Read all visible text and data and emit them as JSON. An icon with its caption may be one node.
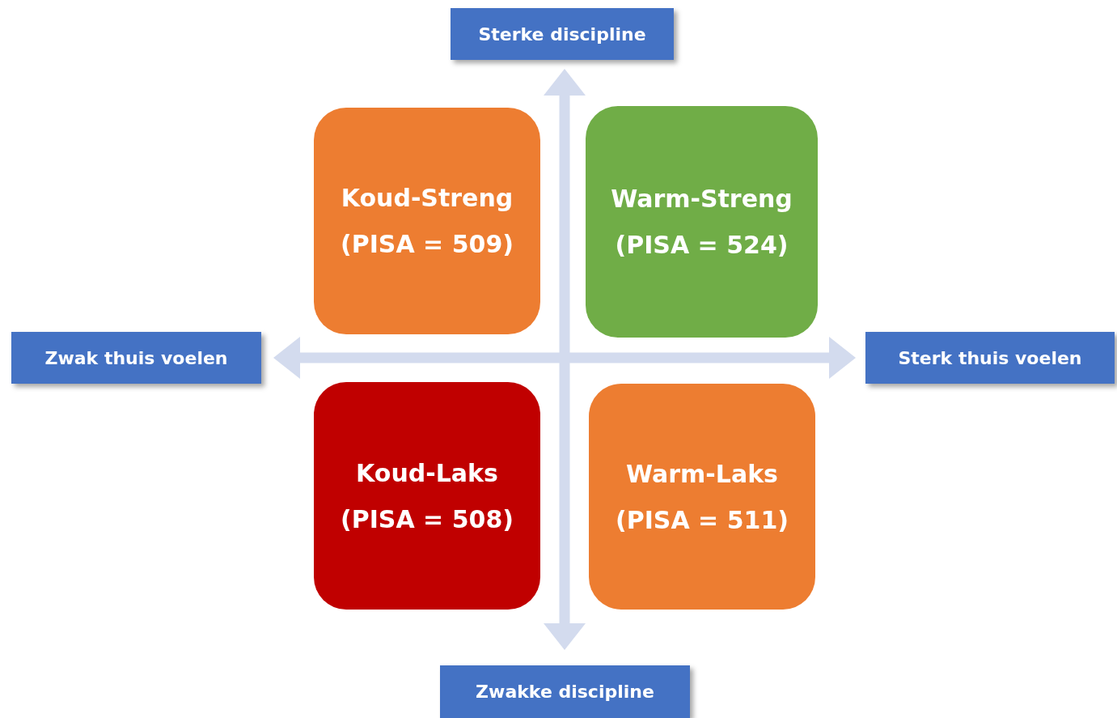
{
  "diagram": {
    "nodes": [
      {
        "text": [
          "Sterke discipline"
        ]
      },
      {
        "text": [
          "Koud-Streng",
          "(PISA = 509)"
        ]
      },
      {
        "text": [
          "Warm-Streng",
          "(PISA = 524)"
        ]
      },
      {
        "text": [
          "Zwak thuis voelen"
        ]
      },
      {
        "text": [
          "Sterk thuis voelen"
        ]
      },
      {
        "text": [
          "Koud-Laks",
          "(PISA = 508)"
        ]
      },
      {
        "text": [
          "Warm-Laks",
          "(PISA = 511)"
        ]
      },
      {
        "text": [
          "Zwakke discipline"
        ]
      }
    ],
    "edges": []
  }
}
